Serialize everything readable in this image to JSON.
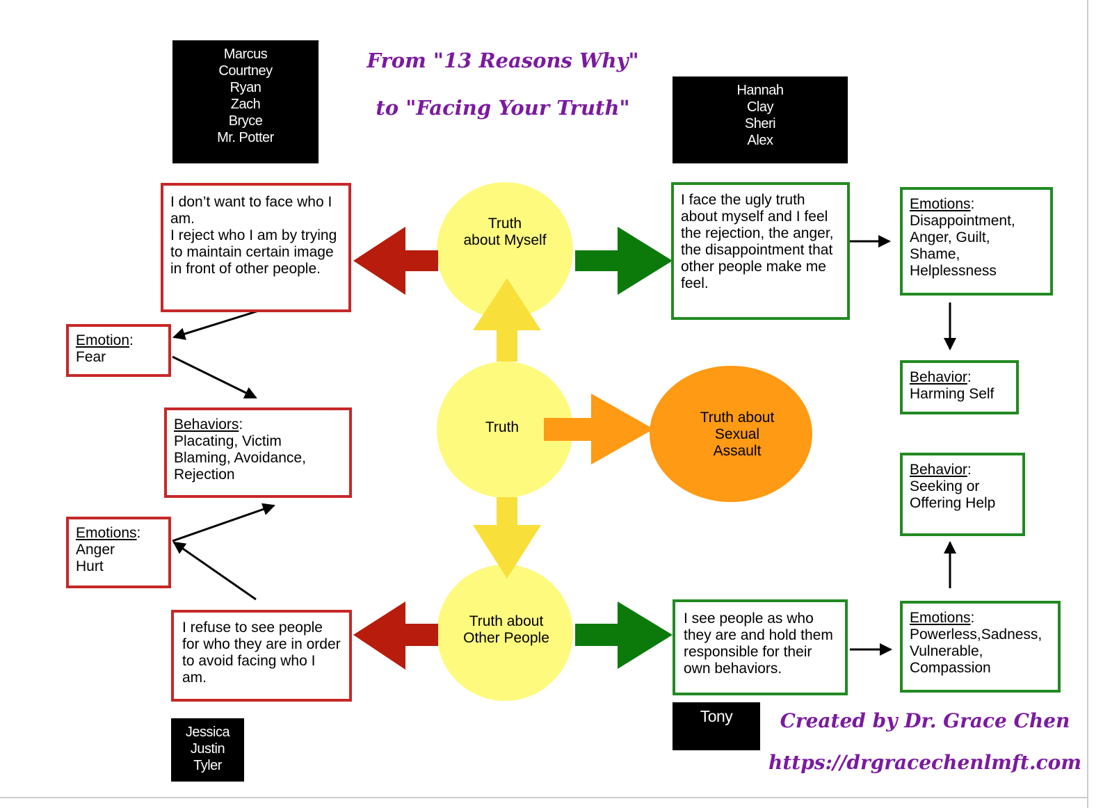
{
  "title": {
    "line1": "From \"13 Reasons Why\"",
    "line2": "to \"Facing Your Truth\""
  },
  "characters": {
    "top_left": [
      "Marcus",
      "Courtney",
      "Ryan",
      "Zach",
      "Bryce",
      "Mr. Potter"
    ],
    "top_right": [
      "Hannah",
      "Clay",
      "Sheri",
      "Alex"
    ],
    "bottom_left": [
      "Jessica",
      "Justin",
      "Tyler"
    ],
    "bottom_right": [
      "Tony"
    ]
  },
  "center": {
    "truth": "Truth",
    "myself": "Truth\nabout Myself",
    "others": "Truth about\nOther People",
    "assault": "Truth about\nSexual\nAssault"
  },
  "left": {
    "myself_box": "I don’t want to face who I am.\nI reject who I am by trying to maintain certain image  in front of other people.",
    "fear": {
      "label": "Emotion",
      "text": "Fear"
    },
    "behaviors": {
      "label": "Behaviors",
      "text": "Placating, Victim Blaming, Avoidance, Rejection"
    },
    "anger": {
      "label": "Emotions",
      "text": "Anger\nHurt"
    },
    "others_box": "I refuse to see people for who they are in order to avoid facing who I am."
  },
  "right": {
    "myself_box": "I face the ugly truth about myself and I feel the rejection, the anger, the disappointment that other people make me feel.",
    "emotions_top": {
      "label": "Emotions",
      "text": "Disappointment,\nAnger, Guilt,\nShame,\nHelplessness"
    },
    "harming": {
      "label": "Behavior",
      "text": "Harming Self"
    },
    "seeking": {
      "label": "Behavior",
      "text": "Seeking or\nOffering Help"
    },
    "others_box": "I see people as who they are and hold them responsible for their own behaviors.",
    "emotions_bottom": {
      "label": "Emotions",
      "text": "Powerless,Sadness,\nVulnerable,\nCompassion"
    }
  },
  "credit": {
    "line1": "Created by Dr. Grace Chen",
    "line2": "https://drgracechenlmft.com"
  },
  "colors": {
    "red": "#b71c0c",
    "green": "#0b7a0b",
    "yellow_circle": "#fefa7e",
    "yellow_arrow": "#f8df3a",
    "orange": "#fe9a14",
    "purple": "#7b1aa0"
  }
}
